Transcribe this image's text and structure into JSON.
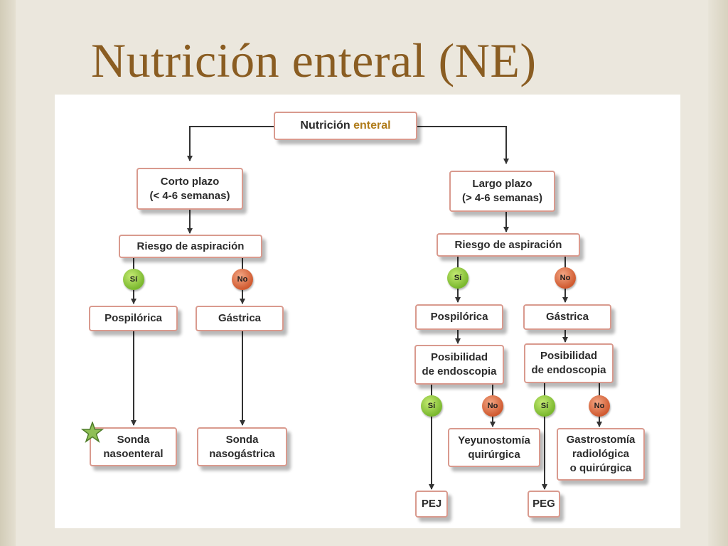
{
  "slide": {
    "title": "Nutrición enteral (NE)"
  },
  "diagram": {
    "root": {
      "prefix": "Nutrición",
      "accent": "enteral"
    },
    "short_term": {
      "title": "Corto plazo",
      "subtitle": "(< 4-6 semanas)",
      "risk_label": "Riesgo de aspiración",
      "yes_label": "Sí",
      "no_label": "No",
      "yes_route": "Pospilórica",
      "no_route": "Gástrica",
      "yes_device": [
        "Sonda",
        "nasoenteral"
      ],
      "no_device": [
        "Sonda",
        "nasogástrica"
      ]
    },
    "long_term": {
      "title": "Largo plazo",
      "subtitle": "(> 4-6 semanas)",
      "risk_label": "Riesgo de aspiración",
      "yes_label": "Sí",
      "no_label": "No",
      "yes_route": "Pospilórica",
      "no_route": "Gástrica",
      "endoscopy_label": [
        "Posibilidad",
        "de endoscopia"
      ],
      "post_yes_label": "Sí",
      "post_no_label": "No",
      "gas_yes_label": "Sí",
      "gas_no_label": "No",
      "post_no_result": [
        "Yeyunostomía",
        "quirúrgica"
      ],
      "gas_no_result": [
        "Gastrostomía",
        "radiológica",
        "o quirúrgica"
      ],
      "post_yes_result": "PEJ",
      "gas_yes_result": "PEG"
    }
  },
  "colors": {
    "title": "#8a5d22",
    "node_border": "#d99a8e",
    "accent_text": "#b07c1a",
    "yes_badge": "#8ac43a",
    "no_badge": "#d8643a",
    "connector": "#333333"
  },
  "icons": {
    "highlight_marker": "star-icon"
  }
}
